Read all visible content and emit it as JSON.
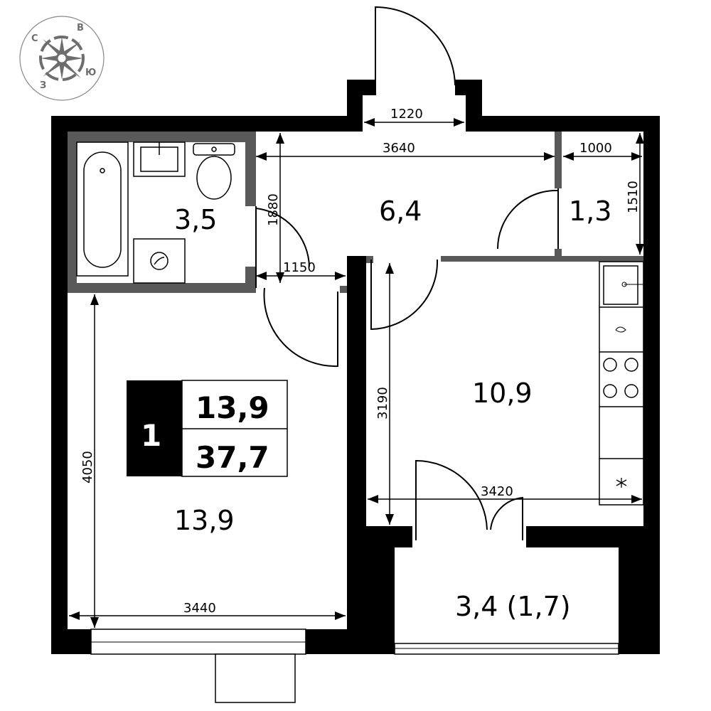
{
  "compass": {
    "north": "С",
    "east": "В",
    "south": "Ю",
    "west": "З"
  },
  "rooms": {
    "bathroom": "3,5",
    "hall": "6,4",
    "storage": "1,3",
    "kitchen": "10,9",
    "bedroom": "13,9",
    "balcony": "3,4 (1,7)"
  },
  "dimensions": {
    "entrance": "1220",
    "hall_width": "3640",
    "storage_width": "1000",
    "storage_depth": "1510",
    "bath_depth": "1880",
    "bath_door": "1150",
    "bedroom_depth": "4050",
    "kitchen_depth": "3190",
    "kitchen_width": "3420",
    "bedroom_width": "3440"
  },
  "badge": {
    "rooms": "1",
    "living_area": "13,9",
    "total_area": "37,7"
  },
  "colors": {
    "wall": "#000000",
    "partition": "#595959",
    "compass": "#6d6d6d"
  }
}
